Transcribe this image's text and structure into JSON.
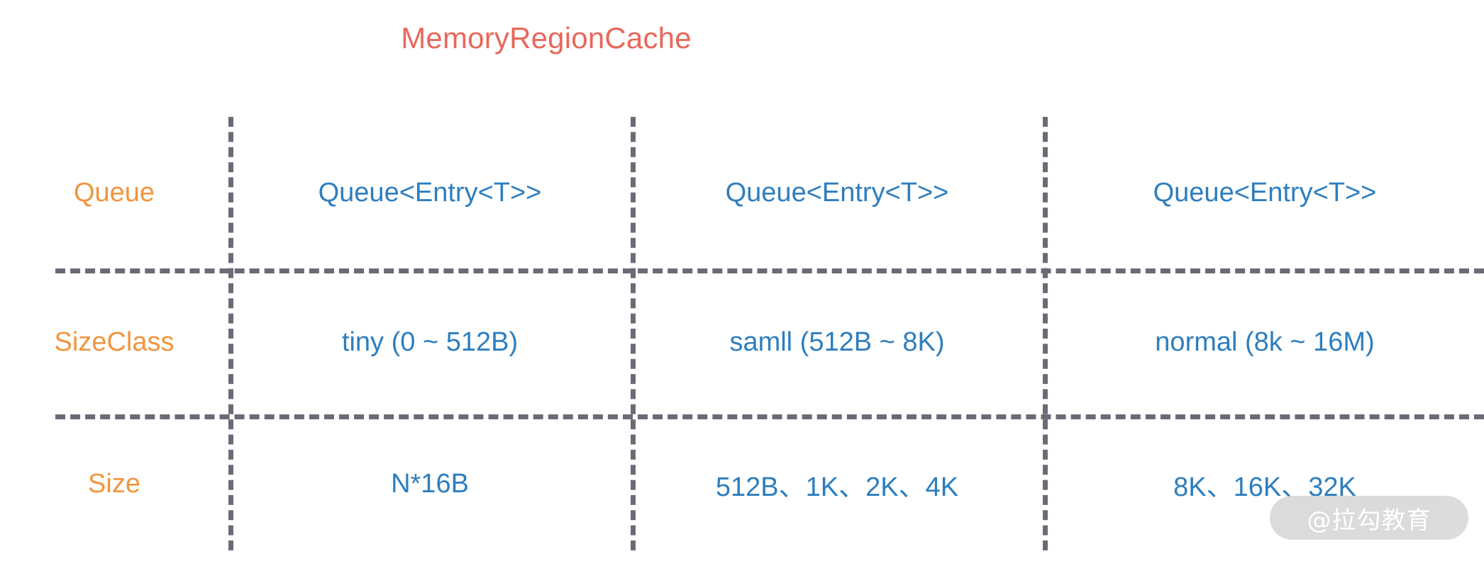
{
  "title": "MemoryRegionCache",
  "colors": {
    "title": "#e8685a",
    "row_label": "#f0953f",
    "data_text": "#2e7ebe",
    "grid_line": "#6b6b77",
    "background": "#ffffff",
    "watermark_pill": "#d9d9d9",
    "watermark_text": "#ffffff"
  },
  "table": {
    "rows": [
      {
        "label": "Queue",
        "cells": [
          "Queue<Entry<T>>",
          "Queue<Entry<T>>",
          "Queue<Entry<T>>"
        ]
      },
      {
        "label": "SizeClass",
        "cells": [
          "tiny (0 ~ 512B)",
          "samll (512B ~ 8K)",
          "normal (8k ~ 16M)"
        ]
      },
      {
        "label": "Size",
        "cells": [
          "N*16B",
          "512B、1K、2K、4K",
          "8K、16K、32K"
        ]
      }
    ]
  },
  "watermark": {
    "text": "@拉勾教育"
  }
}
